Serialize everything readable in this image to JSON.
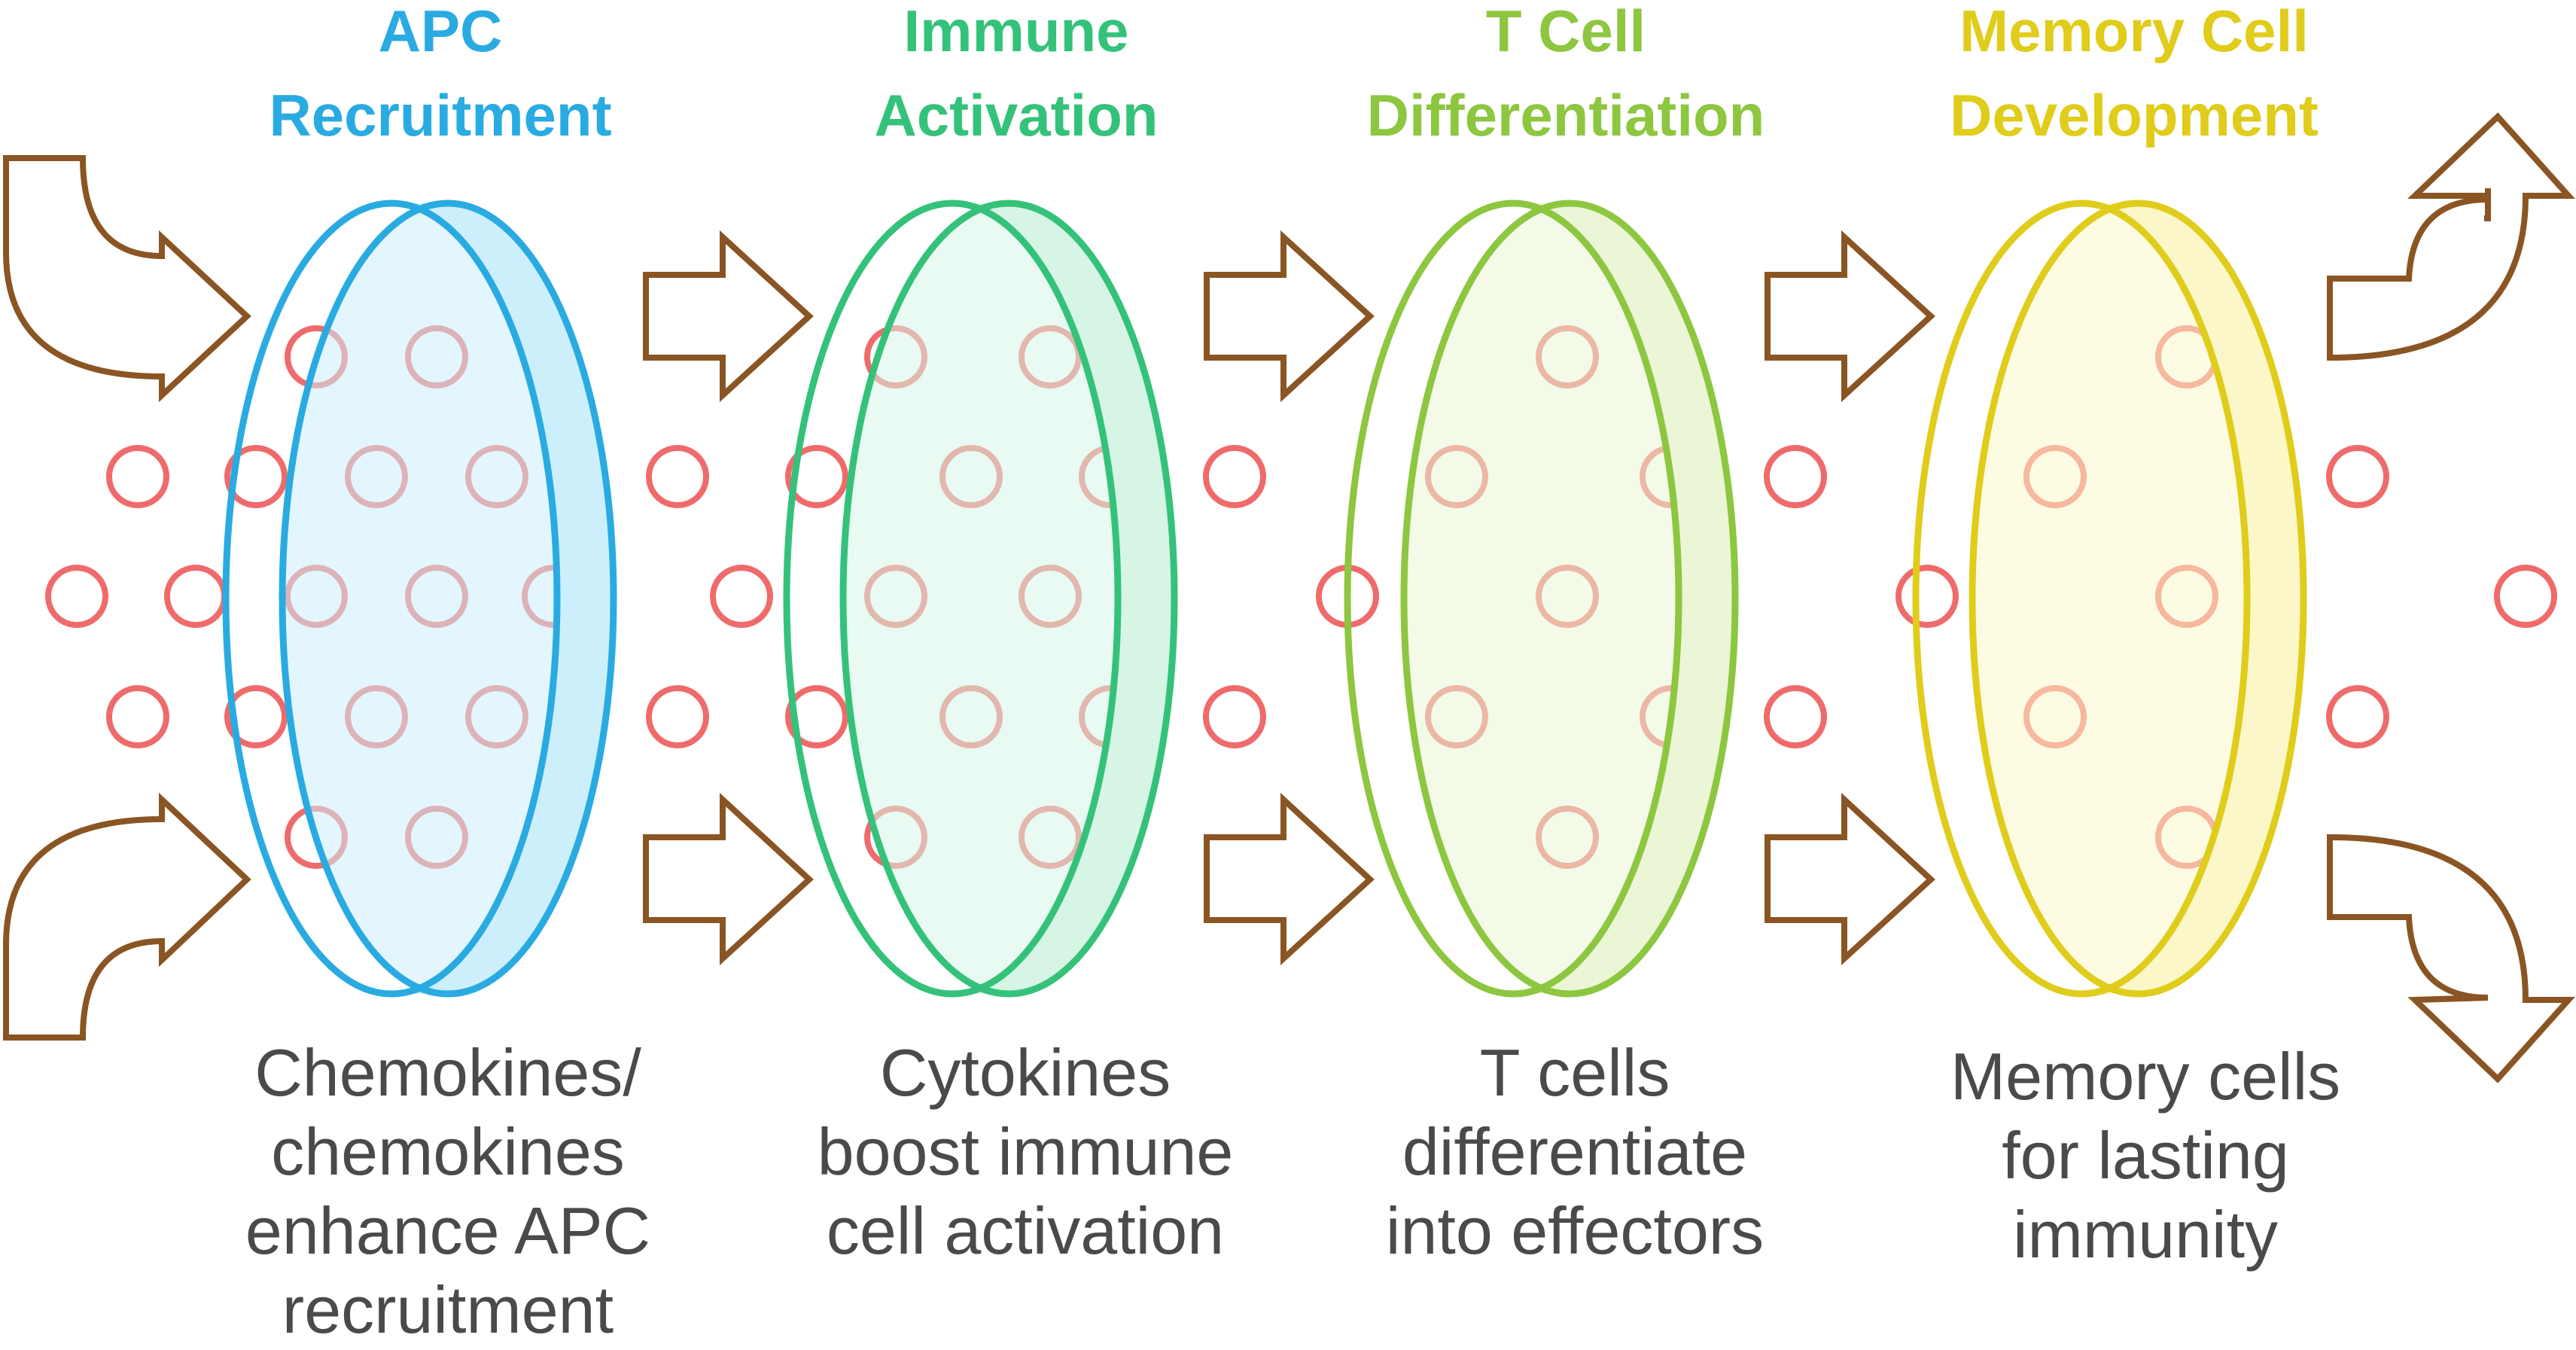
{
  "stages": [
    {
      "title_line1": "APC",
      "title_line2": "Recruitment",
      "desc_lines": [
        "Chemokines/",
        "chemokines",
        "enhance APC",
        "recruitment"
      ],
      "color": "#29ABE2",
      "fill": "#CDEFFB"
    },
    {
      "title_line1": "Immune",
      "title_line2": "Activation",
      "desc_lines": [
        "Cytokines",
        "boost immune",
        "cell activation"
      ],
      "color": "#34C27A",
      "fill": "#D6F5E5"
    },
    {
      "title_line1": "T Cell",
      "title_line2": "Differentiation",
      "desc_lines": [
        "T cells",
        "differentiate",
        "into effectors"
      ],
      "color": "#8DC63F",
      "fill": "#EAF6D6"
    },
    {
      "title_line1": "Memory Cell",
      "title_line2": "Development",
      "desc_lines": [
        "Memory cells",
        "for lasting",
        "immunity"
      ],
      "color": "#E0CC1A",
      "fill": "#FBF7C8"
    }
  ],
  "arrow_color": "#8A5523",
  "dot_color": "#EF6B6B"
}
